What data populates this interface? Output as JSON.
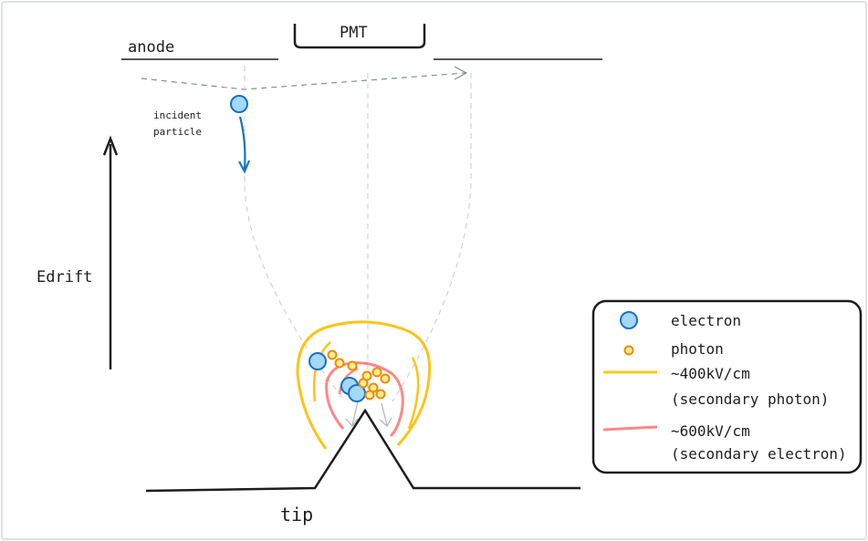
{
  "labels": {
    "anode": "anode",
    "pmt": "PMT",
    "incident_line1": "incident",
    "incident_line2": "particle",
    "edrift": "Edrift",
    "tip": "tip"
  },
  "legend": {
    "items": [
      {
        "icon": "electron-icon",
        "text": "electron",
        "color": "#a5d8ff",
        "stroke": "#1971c2"
      },
      {
        "icon": "photon-icon",
        "text": "photon",
        "color": "#ffec99",
        "stroke": "#f08c00"
      },
      {
        "icon": "yellow-line-icon",
        "text": "~400kV/cm",
        "sub": "(secondary photon)",
        "color": "#fcc419"
      },
      {
        "icon": "red-line-icon",
        "text": "~600kV/cm",
        "sub": "(secondary electron)",
        "color": "#ff8787"
      }
    ]
  },
  "colors": {
    "ink": "#1e1e1e",
    "dashed": "#adb5bd",
    "incident_arrow": "#1971c2",
    "field_400": "#fcc419",
    "field_600": "#ff8787",
    "electron_fill": "#a5d8ff",
    "electron_stroke": "#1971c2",
    "photon_fill": "#ffec99",
    "photon_stroke": "#f08c00"
  }
}
